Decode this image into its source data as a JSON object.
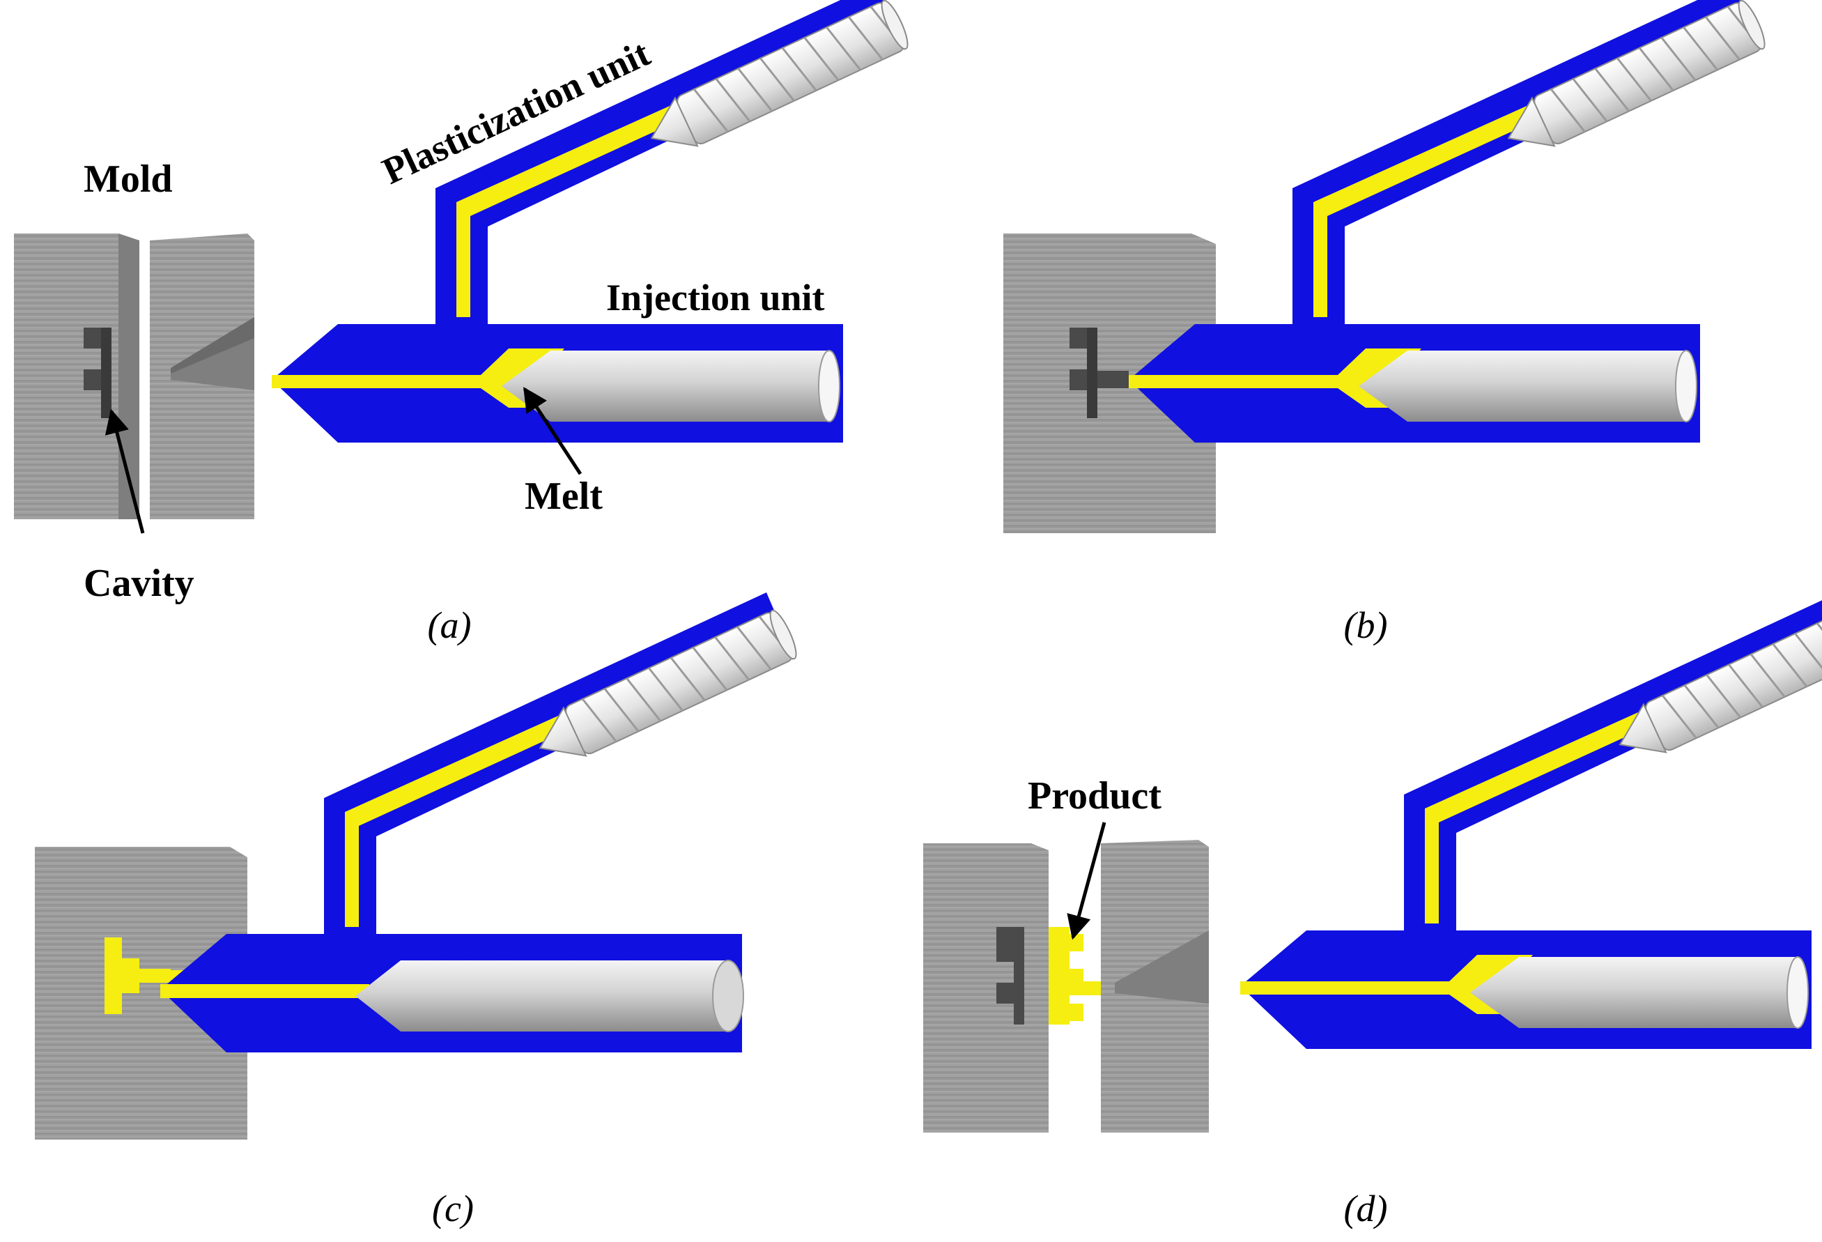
{
  "labels": {
    "mold": "Mold",
    "plasticization_unit": "Plasticization unit",
    "injection_unit": "Injection unit",
    "melt": "Melt",
    "cavity": "Cavity",
    "product": "Product"
  },
  "captions": {
    "a": "(a)",
    "b": "(b)",
    "c": "(c)",
    "d": "(d)"
  },
  "colors": {
    "barrel": "#1010e0",
    "melt": "#f5ee10",
    "mold": "#9c9c9c",
    "screw": "#e8e8e8",
    "arrow": "#000000"
  }
}
